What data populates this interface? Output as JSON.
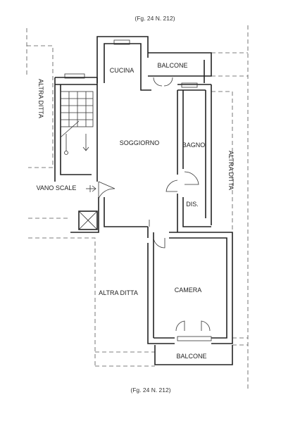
{
  "caption_top": "(Fg. 24 N. 212)",
  "caption_bottom": "(Fg. 24 N. 212)",
  "rooms": {
    "cucina": "CUCINA",
    "balcone_top": "BALCONE",
    "soggiorno": "SOGGIORNO",
    "bagno": "BAGNO",
    "dis": "DIS.",
    "vano_scale": "VANO SCALE",
    "camera": "CAMERA",
    "balcone_bottom": "BALCONE"
  },
  "neighbors": {
    "left": "ALTRA DITTA",
    "right": "ALTRA DITTA",
    "bottom_left": "ALTRA DITTA"
  }
}
